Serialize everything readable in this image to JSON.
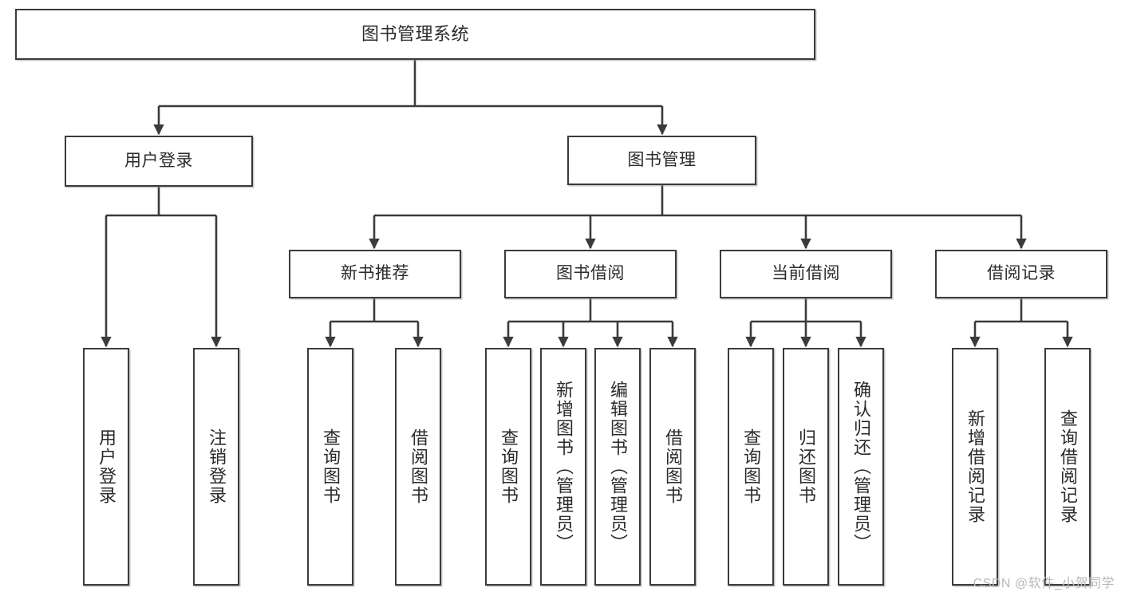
{
  "diagram": {
    "title": "图书管理系统",
    "watermark": "CSDN @软件_小贺同学",
    "line_color": "#3b3b3b",
    "box_fill": "#ffffff",
    "text_color": "#2b2b2b",
    "nodes": {
      "root": {
        "label": "图书管理系统"
      },
      "level2": [
        {
          "label": "用户登录"
        },
        {
          "label": "图书管理"
        }
      ],
      "level3": [
        {
          "label": "新书推荐"
        },
        {
          "label": "图书借阅"
        },
        {
          "label": "当前借阅"
        },
        {
          "label": "借阅记录"
        }
      ],
      "leaves": [
        {
          "label": "用户登录",
          "parent": "用户登录"
        },
        {
          "label": "注销登录",
          "parent": "用户登录"
        },
        {
          "label": "查询图书",
          "parent": "新书推荐"
        },
        {
          "label": "借阅图书",
          "parent": "新书推荐"
        },
        {
          "label": "查询图书",
          "parent": "图书借阅"
        },
        {
          "label": "新增图书（管理员）",
          "parent": "图书借阅"
        },
        {
          "label": "编辑图书（管理员）",
          "parent": "图书借阅"
        },
        {
          "label": "借阅图书",
          "parent": "图书借阅"
        },
        {
          "label": "查询图书",
          "parent": "当前借阅"
        },
        {
          "label": "归还图书",
          "parent": "当前借阅"
        },
        {
          "label": "确认归还（管理员）",
          "parent": "当前借阅"
        },
        {
          "label": "新增借阅记录",
          "parent": "借阅记录"
        },
        {
          "label": "查询借阅记录",
          "parent": "借阅记录"
        }
      ]
    }
  }
}
